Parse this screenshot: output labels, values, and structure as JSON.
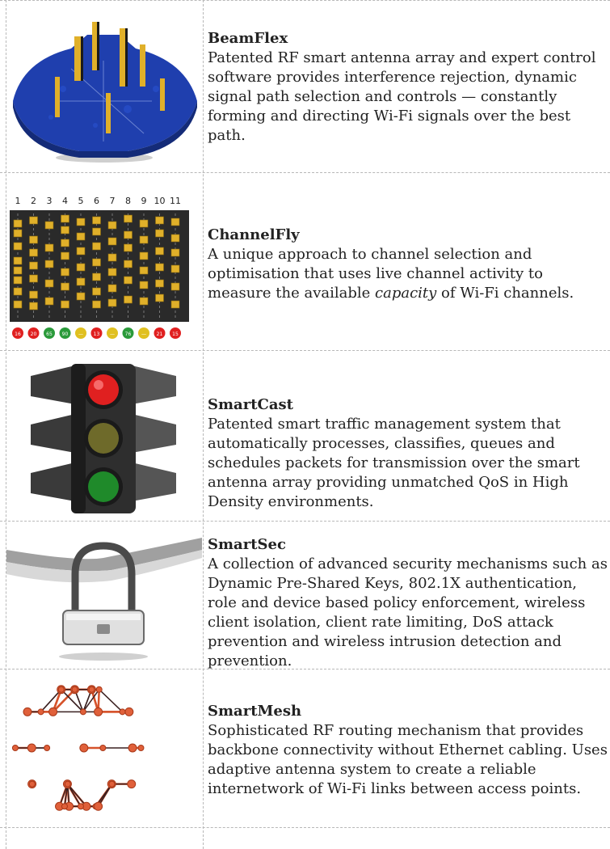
{
  "features": [
    {
      "title": "BeamFlex",
      "description": "Patented RF smart antenna array and expert control software provides interference rejection, dynamic signal path selection and controls — constantly forming and directing Wi-Fi signals over the best path.",
      "image_icon": "antenna-board-icon"
    },
    {
      "title": "ChannelFly",
      "description_before": "A unique approach to channel selection and optimisation that uses live channel activity to measure the available ",
      "description_emphasis": "capacity",
      "description_after": " of Wi-Fi channels.",
      "image_icon": "channel-chart-icon",
      "channel_numbers": [
        "1",
        "2",
        "3",
        "4",
        "5",
        "6",
        "7",
        "8",
        "9",
        "10",
        "11"
      ],
      "channel_badges": [
        "16",
        "20",
        "65",
        "90",
        "—",
        "13",
        "—",
        "76",
        "—",
        "21",
        "15"
      ]
    },
    {
      "title": "SmartCast",
      "description": "Patented smart traffic management system that automatically processes, classifies, queues and schedules packets for transmission over the smart antenna array providing unmatched QoS in High Density environments.",
      "image_icon": "traffic-light-icon"
    },
    {
      "title": "SmartSec",
      "description": "A collection of advanced security mechanisms such as Dynamic Pre-Shared Keys, 802.1X authentication, role and device based policy enforcement, wireless client isolation, client rate limiting, DoS attack prevention and wireless intrusion detection and prevention.",
      "image_icon": "padlock-icon"
    },
    {
      "title": "SmartMesh",
      "description": "Sophisticated RF routing mechanism that provides backbone connectivity without Ethernet cabling. Uses adaptive antenna system to create a reliable internetwork of Wi-Fi links between access points.",
      "image_icon": "mesh-sphere-icon"
    }
  ],
  "colors": {
    "border": "#b8b8b8",
    "board_blue": "#1f3fae",
    "chart_bg": "#2a2a2a",
    "chart_bar": "#e0b02a",
    "light_red": "#e02020",
    "light_amber": "#6e6a2a",
    "light_green": "#1f8a2a",
    "mesh_orange": "#d6532b"
  }
}
